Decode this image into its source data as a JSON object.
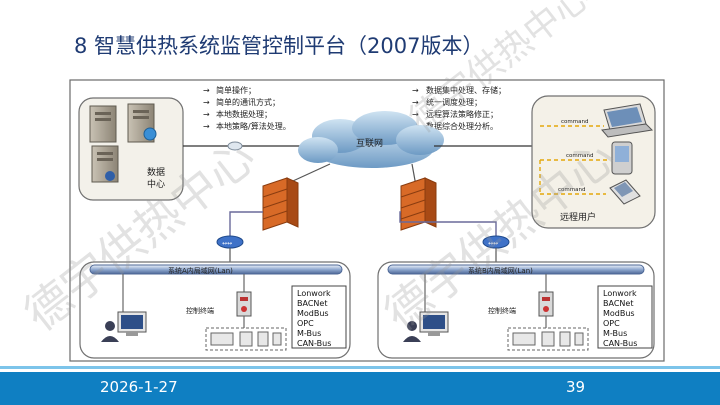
{
  "slide": {
    "title": "8 智慧供热系统监管控制平台（2007版本）",
    "date": "2026-1-27",
    "page_number": "39"
  },
  "watermark": "德宇供热中心",
  "diagram": {
    "left_notes": [
      "简单操作；",
      "简单的通讯方式；",
      "本地数据处理；",
      "本地策略/算法处理。"
    ],
    "right_notes": [
      "数据集中处理、存储；",
      "统一调度处理；",
      "远程算法策略修正；",
      "数据综合处理分析。"
    ],
    "data_center_label_1": "数据",
    "data_center_label_2": "中心",
    "internet_label": "互联网",
    "remote_user_label": "远程用户",
    "command_label": "command",
    "lan_a_label": "系统A内局域网(Lan)",
    "lan_b_label": "系统B内局域网(Lan)",
    "control_terminal_label": "控制终端",
    "protocols": [
      "Lonwork",
      "BACNet",
      "ModBus",
      "OPC",
      "M-Bus",
      "CAN-Bus"
    ]
  }
}
